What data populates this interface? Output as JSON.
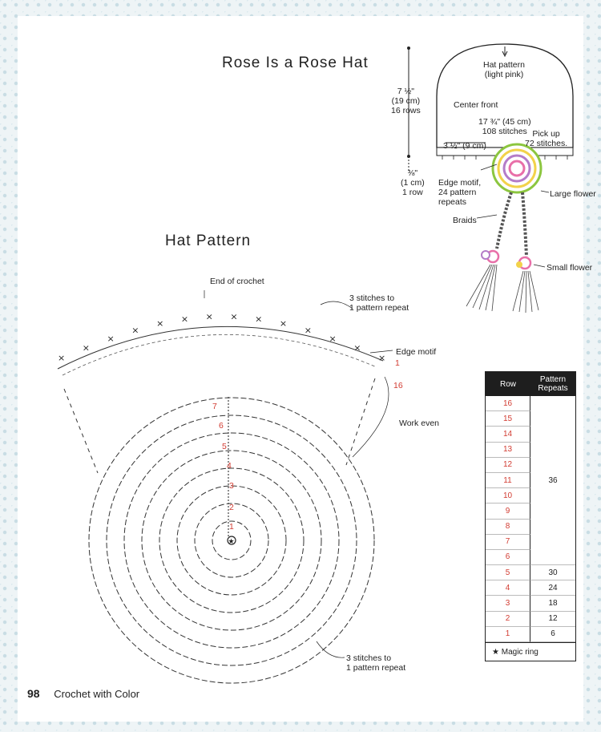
{
  "hat_title": "Rose Is a Rose Hat",
  "pattern_title": "Hat Pattern",
  "hat_diagram": {
    "hat_pattern": [
      "Hat pattern",
      "(light pink)"
    ],
    "height_dim": [
      "7 ½\"",
      "(19 cm)",
      "16 rows"
    ],
    "edge_dim": [
      "⅜\"",
      "(1 cm)",
      "1 row"
    ],
    "center_front": "Center front",
    "circumference": [
      "17 ¾\" (45 cm)",
      "108 stitches"
    ],
    "three_half": "3 ½\" (9 cm)",
    "pick_up": [
      "Pick up",
      "72 stitches."
    ],
    "edge_motif": [
      "Edge motif,",
      "24 pattern",
      "repeats"
    ],
    "large_flower": "Large flower",
    "braids": "Braids",
    "small_flower": "Small flower"
  },
  "chart_labels": {
    "end_of_crochet": "End of crochet",
    "repeat_top": [
      "3 stitches to",
      "1 pattern repeat"
    ],
    "edge_motif": "Edge motif",
    "row_1": "1",
    "row_16": "16",
    "work_even": "Work even",
    "repeat_bottom": [
      "3 stitches to",
      "1 pattern repeat"
    ],
    "ring_rows": [
      "1",
      "2",
      "3",
      "4",
      "5",
      "6",
      "7"
    ]
  },
  "table": {
    "col_row": "Row",
    "col_rep": [
      "Pattern",
      "Repeats"
    ],
    "rows": [
      {
        "row": "16",
        "rep": ""
      },
      {
        "row": "15",
        "rep": ""
      },
      {
        "row": "14",
        "rep": ""
      },
      {
        "row": "13",
        "rep": ""
      },
      {
        "row": "12",
        "rep": ""
      },
      {
        "row": "11",
        "rep": "36"
      },
      {
        "row": "10",
        "rep": ""
      },
      {
        "row": "9",
        "rep": ""
      },
      {
        "row": "8",
        "rep": ""
      },
      {
        "row": "7",
        "rep": ""
      },
      {
        "row": "6",
        "rep": ""
      },
      {
        "row": "5",
        "rep": "30"
      },
      {
        "row": "4",
        "rep": "24"
      },
      {
        "row": "3",
        "rep": "18"
      },
      {
        "row": "2",
        "rep": "12"
      },
      {
        "row": "1",
        "rep": "6"
      }
    ],
    "note": "★ Magic ring"
  },
  "footer": {
    "page": "98",
    "book": "Crochet with Color"
  },
  "colors": {
    "accent_red": "#d23c32",
    "border": "#c9dde4",
    "flower_pink": "#e86fa8",
    "flower_yellow": "#f2d24a",
    "flower_green": "#8cc63f"
  }
}
